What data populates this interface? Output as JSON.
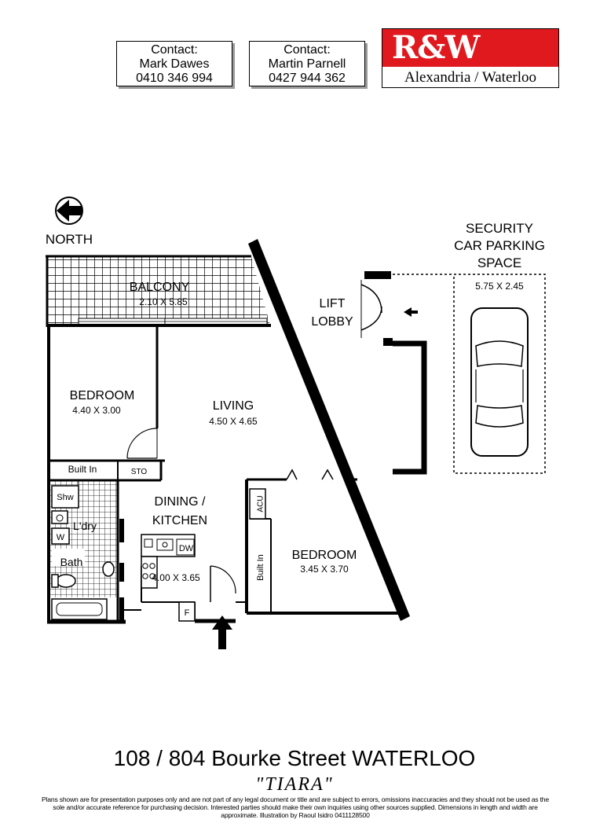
{
  "contacts": [
    {
      "heading": "Contact:",
      "name": "Mark Dawes",
      "phone": "0410 346 994"
    },
    {
      "heading": "Contact:",
      "name": "Martin Parnell",
      "phone": "0427 944 362"
    }
  ],
  "agency": {
    "brand": "R&W",
    "office": "Alexandria / Waterloo",
    "brand_color": "#e0191f"
  },
  "compass": {
    "label": "NORTH"
  },
  "rooms": {
    "balcony": {
      "name": "BALCONY",
      "dims": "2.10 X 5.85"
    },
    "bedroom1": {
      "name": "BEDROOM",
      "dims": "4.40 X 3.00"
    },
    "living": {
      "name": "LIVING",
      "dims": "4.50 X 4.65"
    },
    "built_in_1": "Built In",
    "sto": "STO",
    "shw": "Shw",
    "ldry": "L'dry",
    "w": "W",
    "bath": "Bath",
    "dining_line1": "DINING /",
    "dining_line2": "KITCHEN",
    "dw": "DW",
    "kitchen_dims": "4.00 X 3.65",
    "f": "F",
    "acu": "ACU",
    "built_in_2": "Built In",
    "bedroom2": {
      "name": "BEDROOM",
      "dims": "3.45 X 3.70"
    }
  },
  "lift": {
    "line1": "LIFT",
    "line2": "LOBBY"
  },
  "parking": {
    "line1": "SECURITY",
    "line2": "CAR PARKING",
    "line3": "SPACE",
    "dims": "5.75 X 2.45"
  },
  "footer": {
    "address": "108 / 804  Bourke Street  WATERLOO",
    "building": "\"TIARA\"",
    "disclaimer": "Plans shown are for presentation purposes only and are not part of any legal document or title and are subject to errors, omissions inaccuracies and they should not be used as the sole and/or accurate reference for purchasing decision. Interested parties should make their own inquiries using other sources supplied. Dimensions in length and width are approximate. Illustration by Raoul Isidro 0411128500"
  }
}
